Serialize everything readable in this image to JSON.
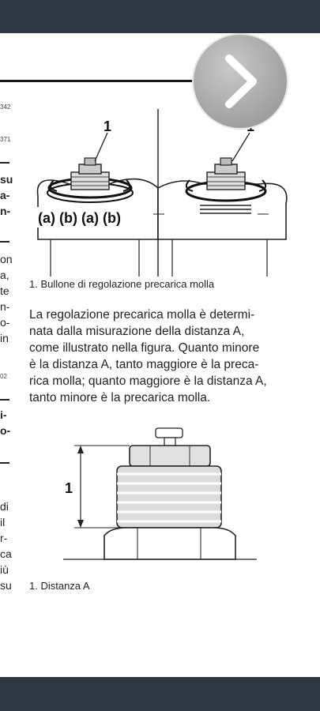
{
  "left_column": {
    "code1": "342",
    "code2": "371",
    "code3": "02",
    "lines_a": [
      "su",
      "a-",
      "n-"
    ],
    "lines_b": [
      "on",
      "a,",
      "te",
      "n-",
      "o-",
      "in"
    ],
    "lines_c": [
      "i-",
      "o-"
    ],
    "lines_d": [
      "di",
      "il",
      "r-",
      "ca",
      "iù",
      "su"
    ]
  },
  "figure1": {
    "label_1a": "1",
    "label_1b": "1",
    "annotation": "(a) (b) (a) (b)",
    "caption": "1. Bullone di regolazione precarica molla"
  },
  "paragraph": {
    "lines": [
      "La regolazione precarica molla è determi-",
      "nata dalla misurazione della distanza A,",
      "come illustrato nella figura. Quanto minore",
      "è la distanza A, tanto maggiore è la preca-",
      "rica molla; quanto maggiore è la distanza A,",
      "tanto minore è la precarica molla."
    ]
  },
  "figure2": {
    "label_1": "1",
    "caption": "1. Distanza A"
  },
  "nav": {
    "next_icon": "chevron-right-icon"
  }
}
